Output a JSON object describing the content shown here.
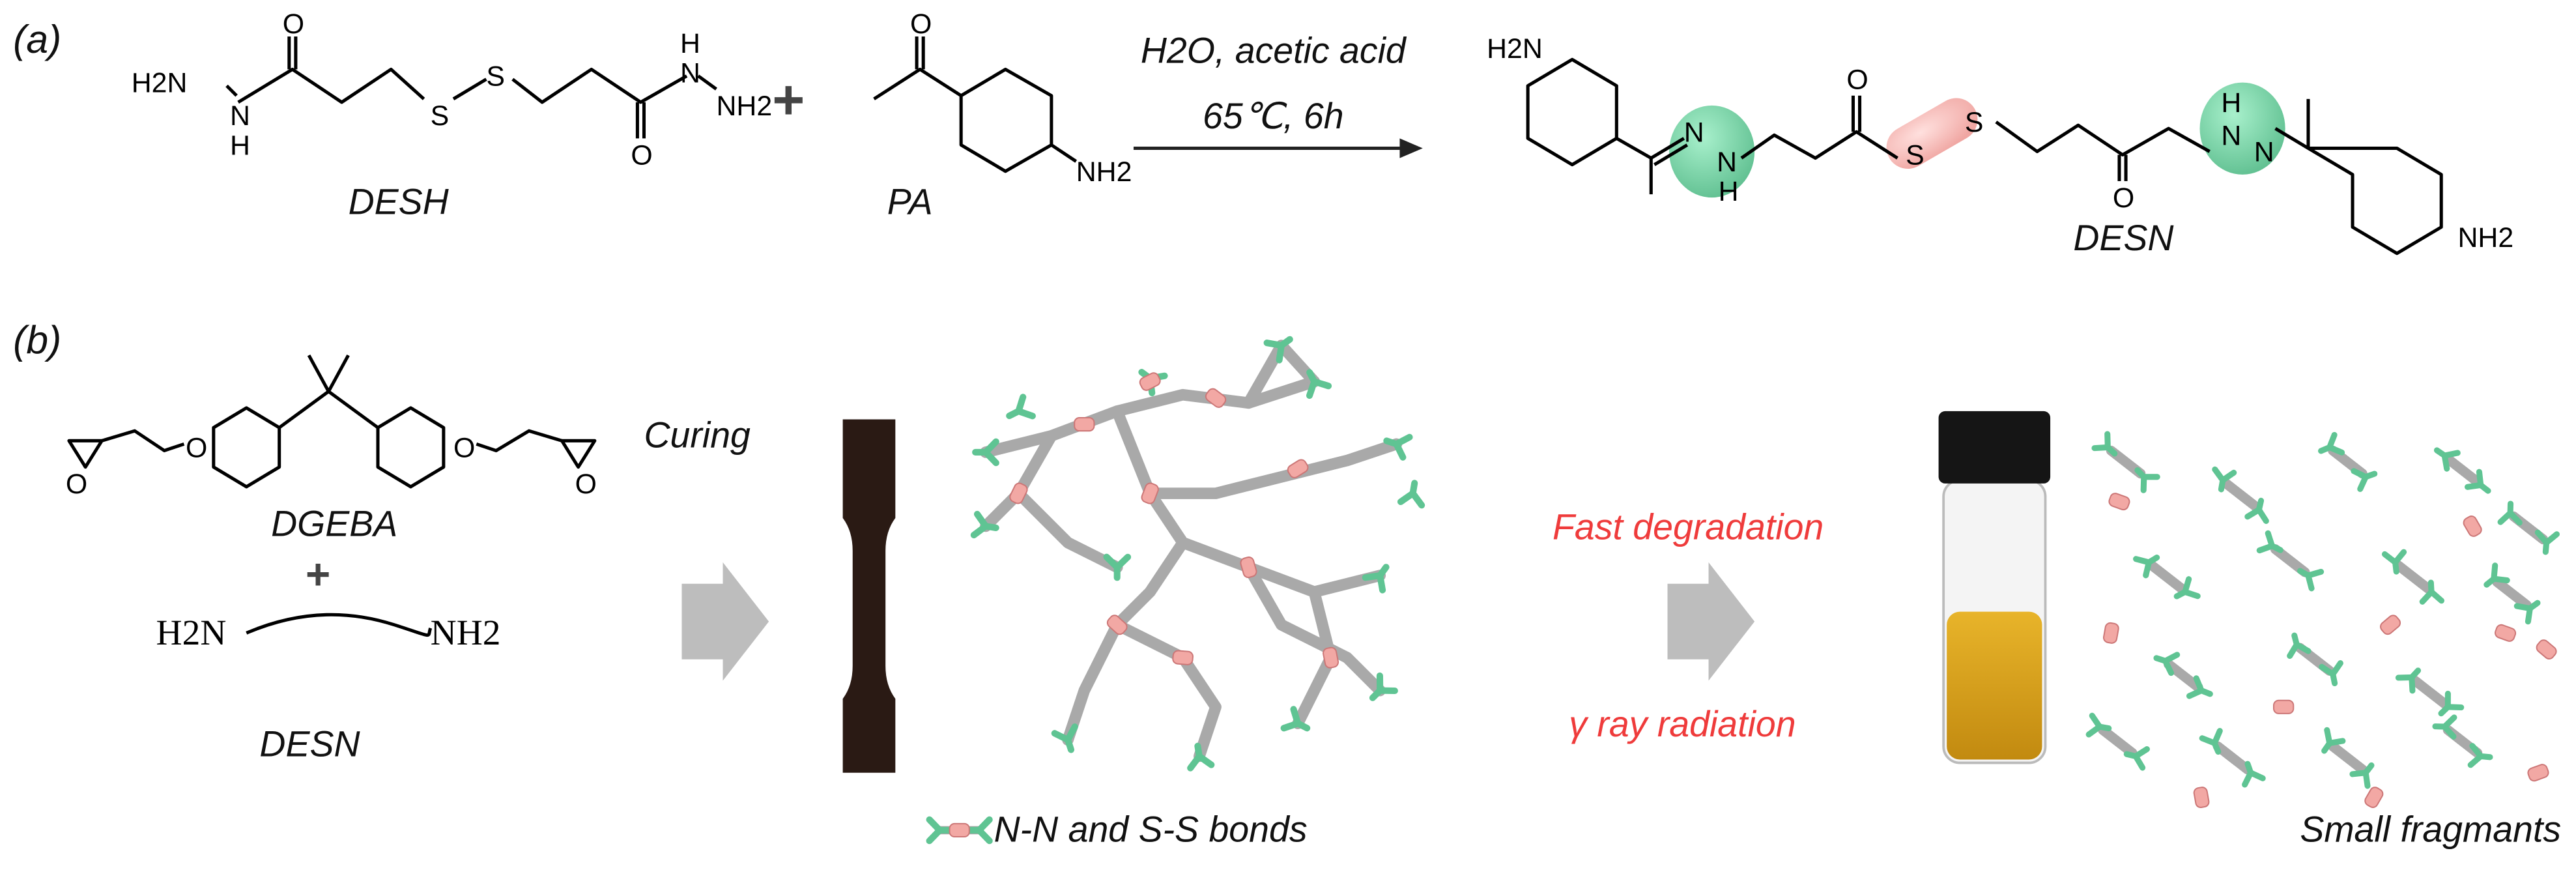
{
  "panel_a": {
    "label": "(a)",
    "reactant1": {
      "name": "DESH",
      "atoms": [
        "H2N",
        "N",
        "H",
        "O",
        "S",
        "S",
        "O",
        "N",
        "H",
        "NH2"
      ]
    },
    "plus": "+",
    "reactant2": {
      "name": "PA",
      "atoms": [
        "O",
        "NH2"
      ]
    },
    "conditions": {
      "line1": "H2O, acetic acid",
      "line2": "65℃, 6h"
    },
    "product": {
      "name": "DESN",
      "atoms": [
        "H2N",
        "N",
        "N",
        "H",
        "O",
        "S",
        "S",
        "O",
        "H",
        "N",
        "N",
        "NH2"
      ]
    }
  },
  "panel_b": {
    "label": "(b)",
    "monomer": {
      "name": "DGEBA",
      "atoms": [
        "O",
        "O",
        "O",
        "O"
      ]
    },
    "plus": "+",
    "hardener": {
      "name": "DESN",
      "left": "H2N",
      "right": "NH2"
    },
    "step1": "Curing",
    "legend": "N-N and S-S bonds",
    "step2_line1": "Fast degradation",
    "step2_line2": "γ ray radiation",
    "result": "Small fragmants"
  },
  "colors": {
    "green": "#5fc493",
    "pink": "#f2a8a4",
    "red": "#ef3b3b",
    "gray": "#a9a9a9",
    "liquid": "#d7a31a",
    "sample": "#2a1a14"
  }
}
